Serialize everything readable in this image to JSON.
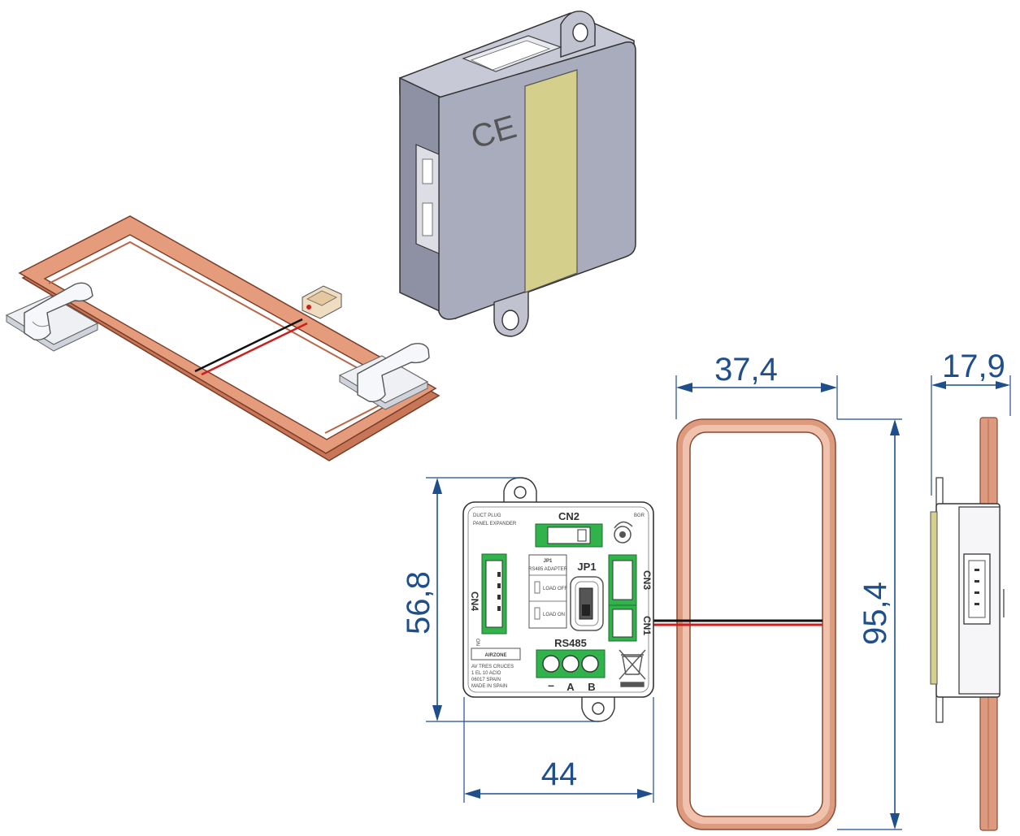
{
  "dimensions": {
    "coil_width": "37,4",
    "coil_height": "95,4",
    "module_height": "56,8",
    "module_width": "44",
    "side_depth": "17,9"
  },
  "module_labels": {
    "cn1": "CN1",
    "cn2": "CN2",
    "cn3": "CN3",
    "cn4": "CN4",
    "jp1": "JP1",
    "jp1_box": "JP1",
    "rs485": "RS485",
    "rs485_adapter": "RS485 ADAPTER",
    "load_off": "LOAD OFF",
    "load_on": "LOAD ON",
    "terminal_minus": "–",
    "terminal_a": "A",
    "terminal_b": "B",
    "brand": "AIRZONE",
    "ce_mark": "CE"
  },
  "colors": {
    "coil": "#d98a6a",
    "coil_dark": "#b86648",
    "dimension": "#1f4e8c",
    "module_body": "#a9acbd",
    "label_plate": "#d4cf8a",
    "connector_green": "#2fb34a",
    "wire_red": "#cc1e1e",
    "wire_black": "#111111"
  }
}
